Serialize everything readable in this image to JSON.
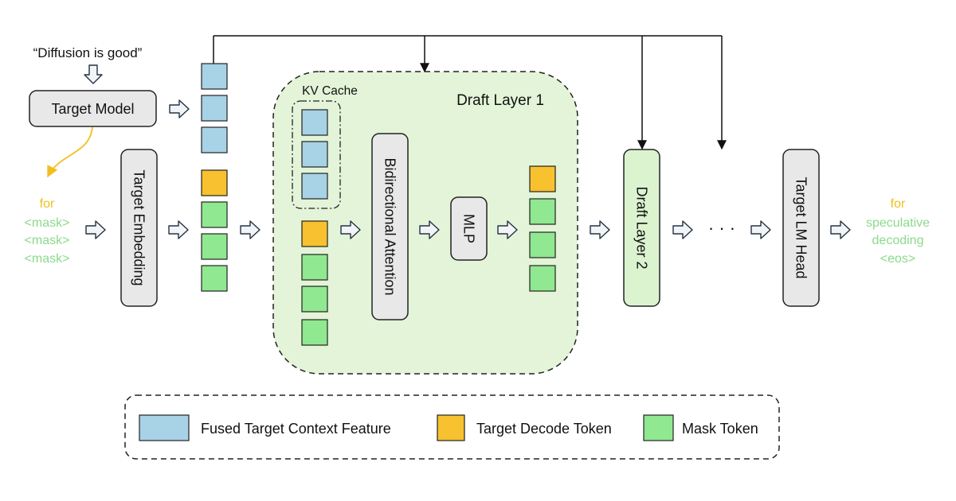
{
  "input": {
    "prompt": "“Diffusion is good”",
    "tokens": [
      "for",
      "<mask>",
      "<mask>",
      "<mask>"
    ]
  },
  "modules": {
    "target_model": "Target Model",
    "target_embedding": "Target Embedding",
    "kv_cache": "KV Cache",
    "draft_layer_1": "Draft Layer 1",
    "bidirectional_attention": "Bidirectional Attention",
    "mlp": "MLP",
    "draft_layer_2": "Draft Layer 2",
    "ellipsis": "· · ·",
    "target_lm_head": "Target LM Head"
  },
  "output": {
    "tokens": [
      "for",
      "speculative",
      "decoding",
      "<eos>"
    ]
  },
  "legend": [
    {
      "label": "Fused Target Context Feature",
      "color": "#a8d2e6"
    },
    {
      "label": "Target Decode Token",
      "color": "#f7c12f"
    },
    {
      "label": "Mask Token",
      "color": "#90e890"
    }
  ],
  "colors": {
    "context_feature": "#a8d2e6",
    "decode_token": "#f7c12f",
    "mask_token": "#90e890",
    "draft_region": "#e3f4d8",
    "draft_block": "#dcf3d0",
    "module_gray": "#e8e8e8",
    "input_token_text": "#8cd98c",
    "highlight_text": "#f2bf1e"
  }
}
